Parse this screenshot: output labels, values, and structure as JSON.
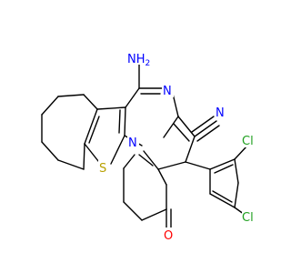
{
  "colors": {
    "bond": "#000000",
    "nitrogen": "#0000ff",
    "sulfur": "#b8a000",
    "oxygen": "#ff0000",
    "chlorine": "#1fa01f",
    "carbon": "#000000"
  },
  "labels": {
    "amino": "NH",
    "amino_sub": "2",
    "n_pyrimidine": "N",
    "n_bridge": "N",
    "n_nitrile": "N",
    "sulfur": "S",
    "oxygen": "O",
    "chlorine_ortho": "Cl",
    "chlorine_para": "Cl"
  }
}
